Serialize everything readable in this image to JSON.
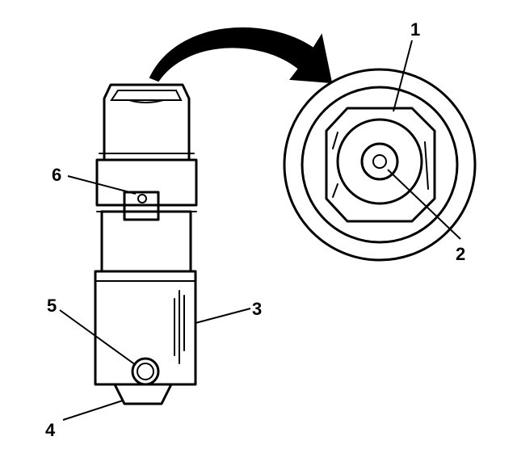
{
  "diagram": {
    "callouts": [
      {
        "id": "1",
        "label": "1"
      },
      {
        "id": "2",
        "label": "2"
      },
      {
        "id": "3",
        "label": "3"
      },
      {
        "id": "4",
        "label": "4"
      },
      {
        "id": "5",
        "label": "5"
      },
      {
        "id": "6",
        "label": "6"
      }
    ],
    "colors": {
      "ink": "#000000",
      "background": "#ffffff"
    }
  }
}
